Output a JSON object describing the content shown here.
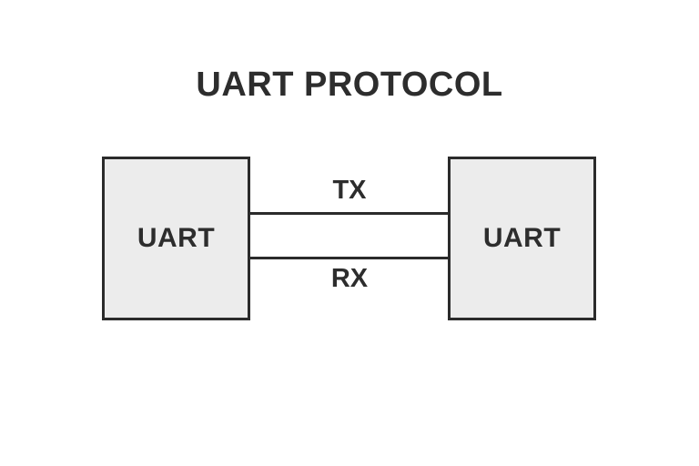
{
  "title": "UART PROTOCOL",
  "diagram": {
    "left_box": {
      "label": "UART"
    },
    "right_box": {
      "label": "UART"
    },
    "tx_line": {
      "label": "TX"
    },
    "rx_line": {
      "label": "RX"
    }
  },
  "colors": {
    "background": "#ffffff",
    "box_fill": "#ececec",
    "line": "#2b2b2b",
    "text": "#2d2d2d"
  }
}
